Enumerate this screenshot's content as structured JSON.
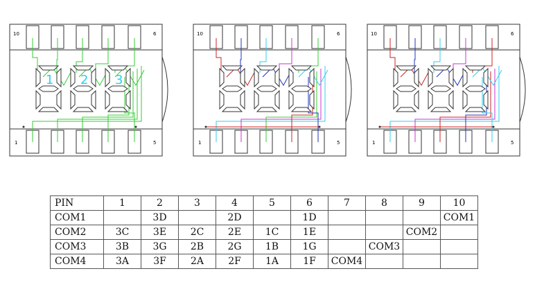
{
  "diagrams": [
    {
      "pin_top_left": "10",
      "pin_top_right": "6",
      "pin_bottom_left": "1",
      "pin_bottom_right": "5",
      "digit_labels": [
        "1",
        "2",
        "3"
      ]
    },
    {
      "pin_top_left": "10",
      "pin_top_right": "6",
      "pin_bottom_left": "1",
      "pin_bottom_right": "5",
      "digit_labels": []
    },
    {
      "pin_top_left": "10",
      "pin_top_right": "6",
      "pin_bottom_left": "1",
      "pin_bottom_right": "5",
      "digit_labels": []
    }
  ],
  "colors": {
    "green": "#33cc33",
    "red": "#cc2222",
    "blue": "#2233bb",
    "cyan": "#33ccee",
    "magenta": "#cc33cc"
  },
  "pin_table": {
    "headers": [
      "PIN",
      "1",
      "2",
      "3",
      "4",
      "5",
      "6",
      "7",
      "8",
      "9",
      "10"
    ],
    "rows": [
      [
        "COM1",
        "",
        "3D",
        "",
        "2D",
        "",
        "1D",
        "",
        "",
        "",
        "COM1"
      ],
      [
        "COM2",
        "3C",
        "3E",
        "2C",
        "2E",
        "1C",
        "1E",
        "",
        "",
        "COM2",
        ""
      ],
      [
        "COM3",
        "3B",
        "3G",
        "2B",
        "2G",
        "1B",
        "1G",
        "",
        "COM3",
        "",
        ""
      ],
      [
        "COM4",
        "3A",
        "3F",
        "2A",
        "2F",
        "1A",
        "1F",
        "COM4",
        "",
        "",
        ""
      ]
    ]
  }
}
